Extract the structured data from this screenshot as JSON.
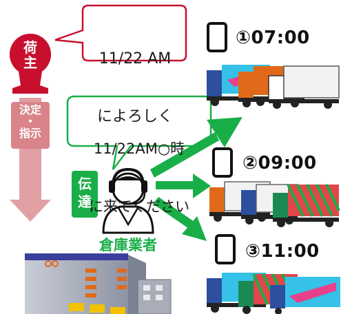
{
  "shipper": {
    "label_line1": "荷",
    "label_line2": "主"
  },
  "shipper_bubble": {
    "line1": "11/22 AM",
    "line2": "によろしく"
  },
  "instruction": {
    "line1": "決定",
    "line2": "・",
    "line3": "指示"
  },
  "warehouse_bubble": {
    "line1": "11/22AM○時",
    "line2": "に来てください"
  },
  "relay": {
    "line1": "伝",
    "line2": "達"
  },
  "operator": {
    "label": "倉庫業者"
  },
  "slots": [
    {
      "time": "①07:00"
    },
    {
      "time": "②09:00"
    },
    {
      "time": "③11:00"
    }
  ],
  "colors": {
    "red": "#c8102e",
    "pink_arrow": "#e0a0a4",
    "green": "#1aae48",
    "bubble_border": "#1aae48"
  }
}
